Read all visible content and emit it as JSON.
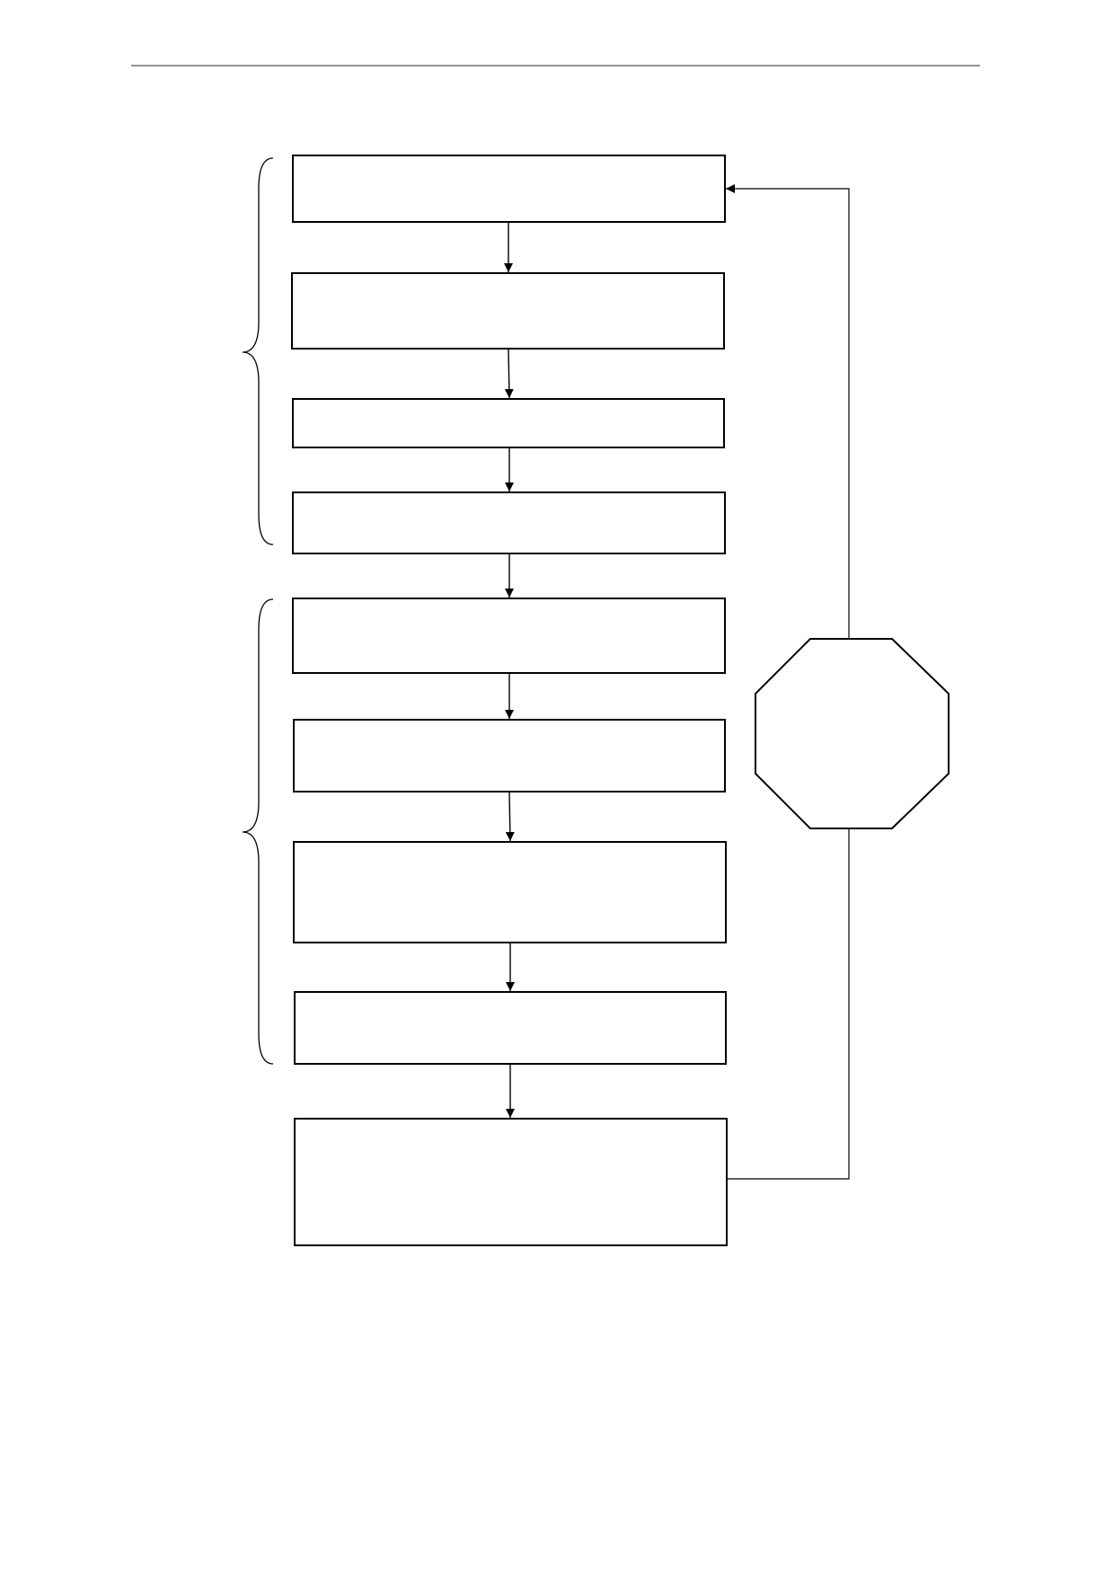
{
  "diagram": {
    "type": "flowchart",
    "boxes": [
      {
        "id": "step-1",
        "text": ""
      },
      {
        "id": "step-2",
        "text": ""
      },
      {
        "id": "step-3",
        "text": ""
      },
      {
        "id": "step-4",
        "text": ""
      },
      {
        "id": "step-5",
        "text": ""
      },
      {
        "id": "step-6",
        "text": ""
      },
      {
        "id": "step-7",
        "text": ""
      },
      {
        "id": "step-8",
        "text": ""
      },
      {
        "id": "step-9",
        "text": ""
      }
    ],
    "flow": [
      {
        "from": "step-1",
        "to": "step-2"
      },
      {
        "from": "step-2",
        "to": "step-3"
      },
      {
        "from": "step-3",
        "to": "step-4"
      },
      {
        "from": "step-4",
        "to": "step-5"
      },
      {
        "from": "step-5",
        "to": "step-6"
      },
      {
        "from": "step-6",
        "to": "step-7"
      },
      {
        "from": "step-7",
        "to": "step-8"
      },
      {
        "from": "step-8",
        "to": "step-9"
      }
    ],
    "groups": [
      {
        "id": "group-1",
        "label": "",
        "members": [
          "step-1",
          "step-2",
          "step-3",
          "step-4"
        ]
      },
      {
        "id": "group-2",
        "label": "",
        "members": [
          "step-5",
          "step-6",
          "step-7",
          "step-8"
        ]
      }
    ],
    "feedback": {
      "id": "feedback-octagon",
      "text": "",
      "from": "step-9",
      "to": "step-1"
    },
    "colors": {
      "stroke": "#000000",
      "fill": "#ffffff",
      "rule": "#555555"
    }
  }
}
